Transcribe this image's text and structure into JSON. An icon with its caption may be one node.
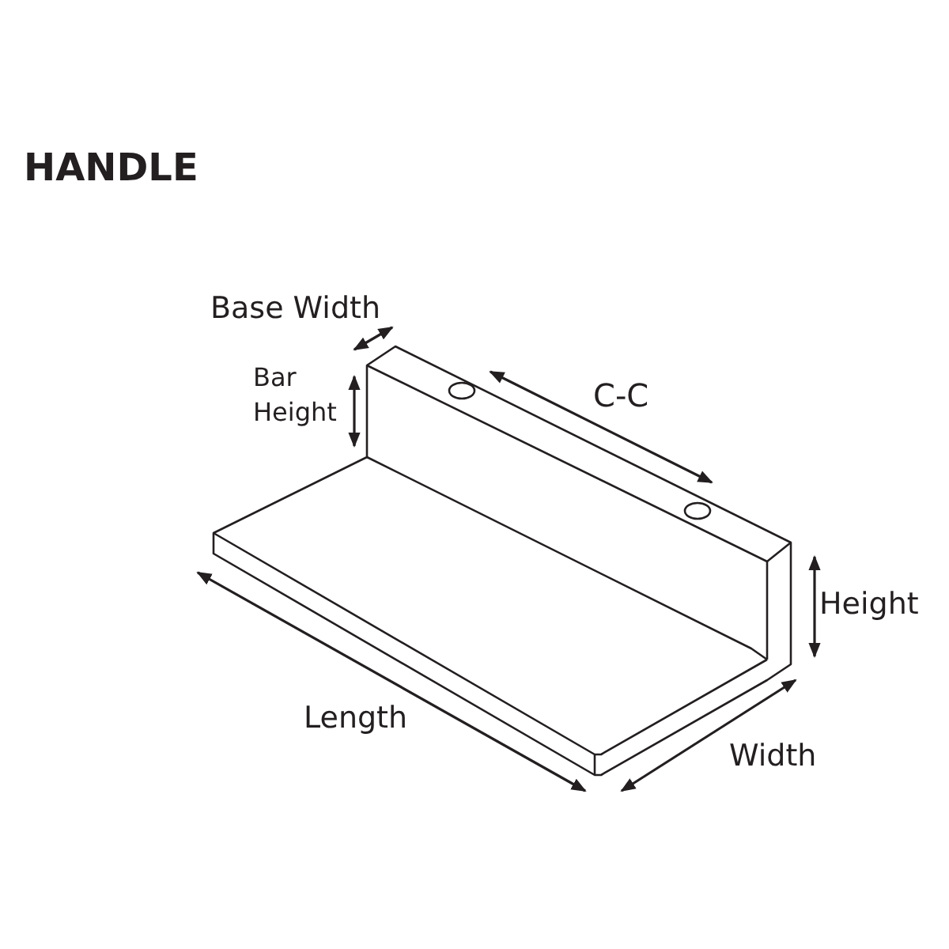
{
  "diagram": {
    "title": "HANDLE",
    "labels": [
      "Base Width",
      "Bar Height",
      "C-C",
      "Height",
      "Length",
      "Width"
    ]
  }
}
